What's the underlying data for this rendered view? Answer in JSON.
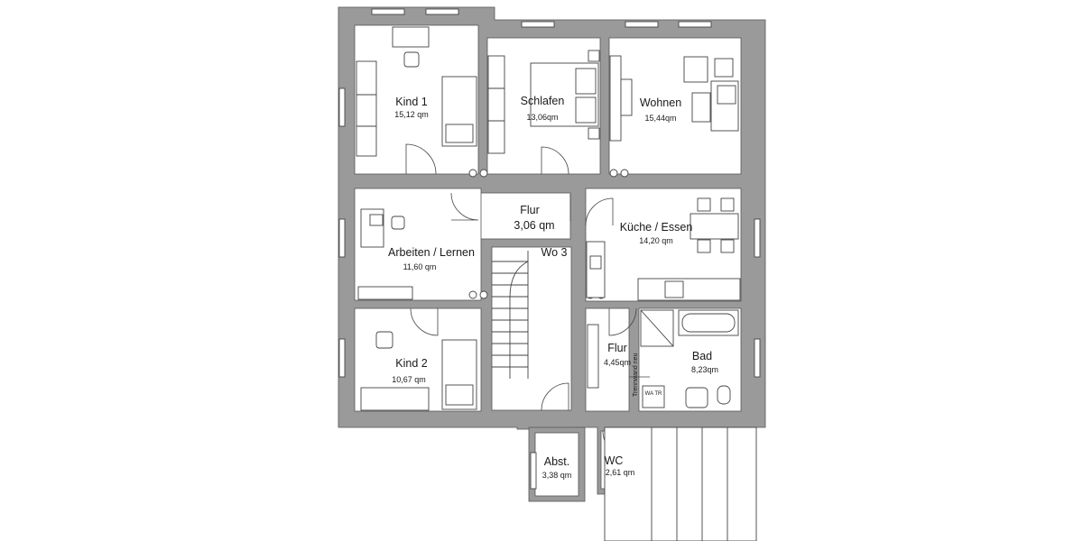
{
  "rooms": {
    "kind1": {
      "name": "Kind 1",
      "area": "15,12 qm"
    },
    "schlafen": {
      "name": "Schlafen",
      "area": "13,06qm"
    },
    "wohnen": {
      "name": "Wohnen",
      "area": "15,44qm"
    },
    "flur1": {
      "name": "Flur",
      "area": "3,06 qm"
    },
    "kueche": {
      "name": "Küche / Essen",
      "area": "14,20 qm"
    },
    "arbeiten": {
      "name": "Arbeiten / Lernen",
      "area": "11,60 qm"
    },
    "wo3": {
      "name": "Wo 3"
    },
    "kind2": {
      "name": "Kind 2",
      "area": "10,67 qm"
    },
    "flur2": {
      "name": "Flur",
      "area": "4,45qm"
    },
    "bad": {
      "name": "Bad",
      "area": "8,23qm"
    },
    "abst": {
      "name": "Abst.",
      "area": "3,38 qm"
    },
    "wc": {
      "name": "WC",
      "area": "2,61 qm"
    }
  },
  "annotations": {
    "trennwand": "Trennwand neu",
    "washer": "WA\nTR"
  },
  "colors": {
    "wall": "#9a9a9a",
    "room": "#ffffff",
    "line": "#444444"
  }
}
